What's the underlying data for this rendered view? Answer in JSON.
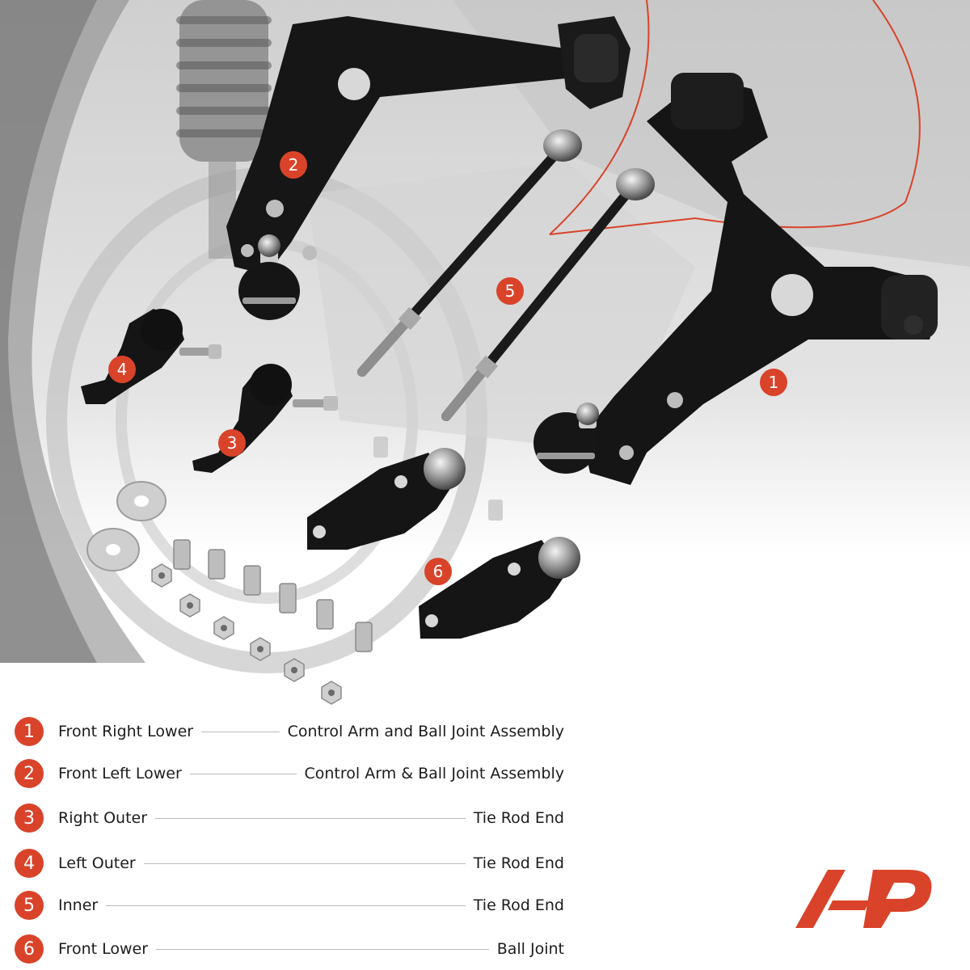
{
  "callouts": [
    "1",
    "2",
    "3",
    "4",
    "5",
    "6"
  ],
  "legend": [
    {
      "number": "1",
      "left": "Front Right Lower",
      "right": "Control Arm and Ball Joint Assembly"
    },
    {
      "number": "2",
      "left": "Front Left Lower",
      "right": "Control Arm & Ball Joint Assembly"
    },
    {
      "number": "3",
      "left": "Right Outer",
      "right": "Tie Rod End"
    },
    {
      "number": "4",
      "left": "Left Outer",
      "right": "Tie Rod End"
    },
    {
      "number": "5",
      "left": "Inner",
      "right": "Tie Rod End"
    },
    {
      "number": "6",
      "left": "Front Lower",
      "right": "Ball Joint"
    }
  ],
  "colors": {
    "accent": "#d9432a",
    "part_black": "#161616",
    "metal": "#b8b8b8",
    "background_photo": "#d8d8d8"
  },
  "icons": {
    "logo": "a-premium-logo",
    "callout": "numbered-callout-badge"
  }
}
